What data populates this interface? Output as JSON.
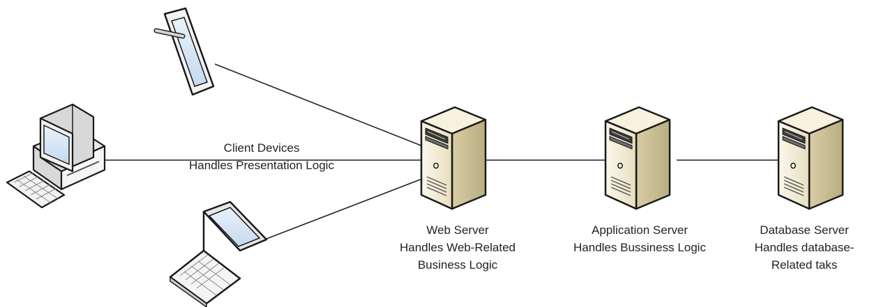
{
  "client_label": {
    "line1": "Client Devices",
    "line2": "Handles Presentation Logic"
  },
  "web_server": {
    "line1": "Web Server",
    "line2": "Handles Web-Related",
    "line3": "Business Logic"
  },
  "app_server": {
    "line1": "Application Server",
    "line2": "Handles Bussiness Logic"
  },
  "db_server": {
    "line1": "Database Server",
    "line2": "Handles database-",
    "line3": "Related taks"
  },
  "colors": {
    "server_front": "#f3ecd6",
    "server_side": "#d2c79e",
    "server_outline": "#1a1a1a",
    "device_body": "#eeeeee",
    "screen": "#d7e6f5",
    "connection": "#222222"
  },
  "icons": [
    "tablet-icon",
    "desktop-computer-icon",
    "laptop-icon",
    "server-icon"
  ]
}
